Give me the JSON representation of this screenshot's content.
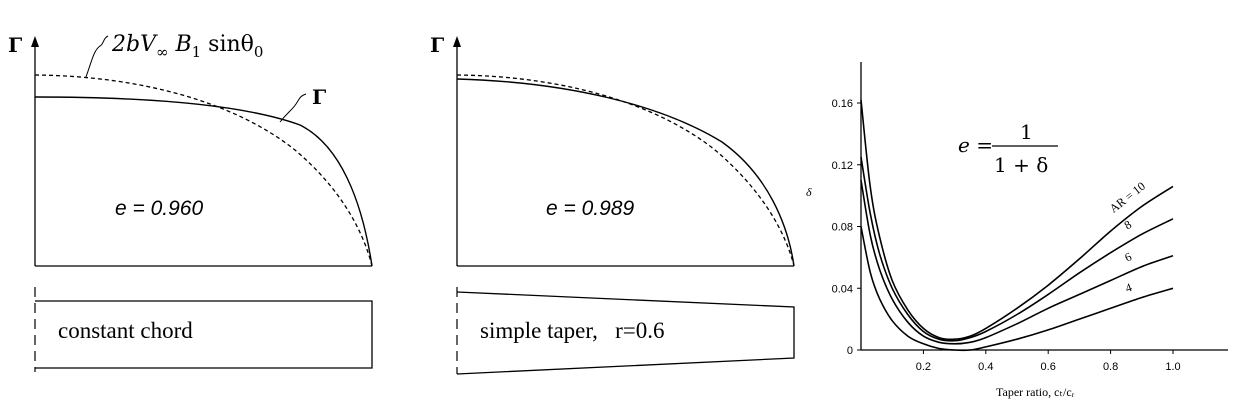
{
  "left_panel": {
    "axis_label": "Γ",
    "curve_label": "Γ",
    "elliptic_label": {
      "prefix": "2bV",
      "sub_inf": "∞",
      "mid": " B",
      "sub1": "1",
      "suffix": " sinθ",
      "sub0": "0"
    },
    "efficiency": "e = 0.960",
    "planform_label": "constant chord"
  },
  "middle_panel": {
    "axis_label": "Γ",
    "efficiency": "e = 0.989",
    "planform_label": "simple taper,   r=0.6"
  },
  "right_panel": {
    "formula": {
      "lhs": "e =",
      "numerator": "1",
      "denominator": "1 + δ"
    },
    "chart_data": {
      "type": "line",
      "xlabel": "Taper ratio, cₜ/cᵣ",
      "ylabel": "δ",
      "xlim": [
        0,
        1.15
      ],
      "ylim": [
        0,
        0.18
      ],
      "xticks": [
        "0.2",
        "0.4",
        "0.6",
        "0.8",
        "1.0"
      ],
      "xtick_values": [
        0.2,
        0.4,
        0.6,
        0.8,
        1.0
      ],
      "yticks": [
        "0",
        "0.04",
        "0.08",
        "0.12",
        "0.16"
      ],
      "ytick_values": [
        0,
        0.04,
        0.08,
        0.12,
        0.16
      ],
      "series": [
        {
          "name": "AR = 10",
          "x": [
            0.0,
            0.03,
            0.06,
            0.1,
            0.15,
            0.2,
            0.25,
            0.3,
            0.35,
            0.4,
            0.5,
            0.6,
            0.7,
            0.8,
            0.9,
            1.0
          ],
          "values": [
            0.162,
            0.105,
            0.073,
            0.045,
            0.026,
            0.014,
            0.008,
            0.007,
            0.009,
            0.014,
            0.027,
            0.042,
            0.059,
            0.077,
            0.093,
            0.106
          ]
        },
        {
          "name": "8",
          "x": [
            0.0,
            0.03,
            0.06,
            0.1,
            0.15,
            0.2,
            0.25,
            0.3,
            0.35,
            0.4,
            0.5,
            0.6,
            0.7,
            0.8,
            0.9,
            1.0
          ],
          "values": [
            0.125,
            0.088,
            0.062,
            0.04,
            0.023,
            0.012,
            0.007,
            0.006,
            0.008,
            0.012,
            0.023,
            0.036,
            0.05,
            0.063,
            0.075,
            0.085
          ]
        },
        {
          "name": "6",
          "x": [
            0.0,
            0.03,
            0.06,
            0.1,
            0.15,
            0.2,
            0.25,
            0.3,
            0.35,
            0.4,
            0.5,
            0.6,
            0.7,
            0.8,
            0.9,
            1.0
          ],
          "values": [
            0.11,
            0.074,
            0.052,
            0.033,
            0.018,
            0.009,
            0.005,
            0.004,
            0.005,
            0.008,
            0.017,
            0.027,
            0.036,
            0.045,
            0.054,
            0.061
          ]
        },
        {
          "name": "4",
          "x": [
            0.0,
            0.03,
            0.06,
            0.1,
            0.15,
            0.2,
            0.25,
            0.3,
            0.35,
            0.4,
            0.5,
            0.6,
            0.7,
            0.8,
            0.9,
            1.0
          ],
          "values": [
            0.08,
            0.05,
            0.033,
            0.019,
            0.009,
            0.004,
            0.001,
            0.0,
            0.0,
            0.002,
            0.007,
            0.013,
            0.02,
            0.027,
            0.034,
            0.04
          ]
        }
      ]
    }
  }
}
